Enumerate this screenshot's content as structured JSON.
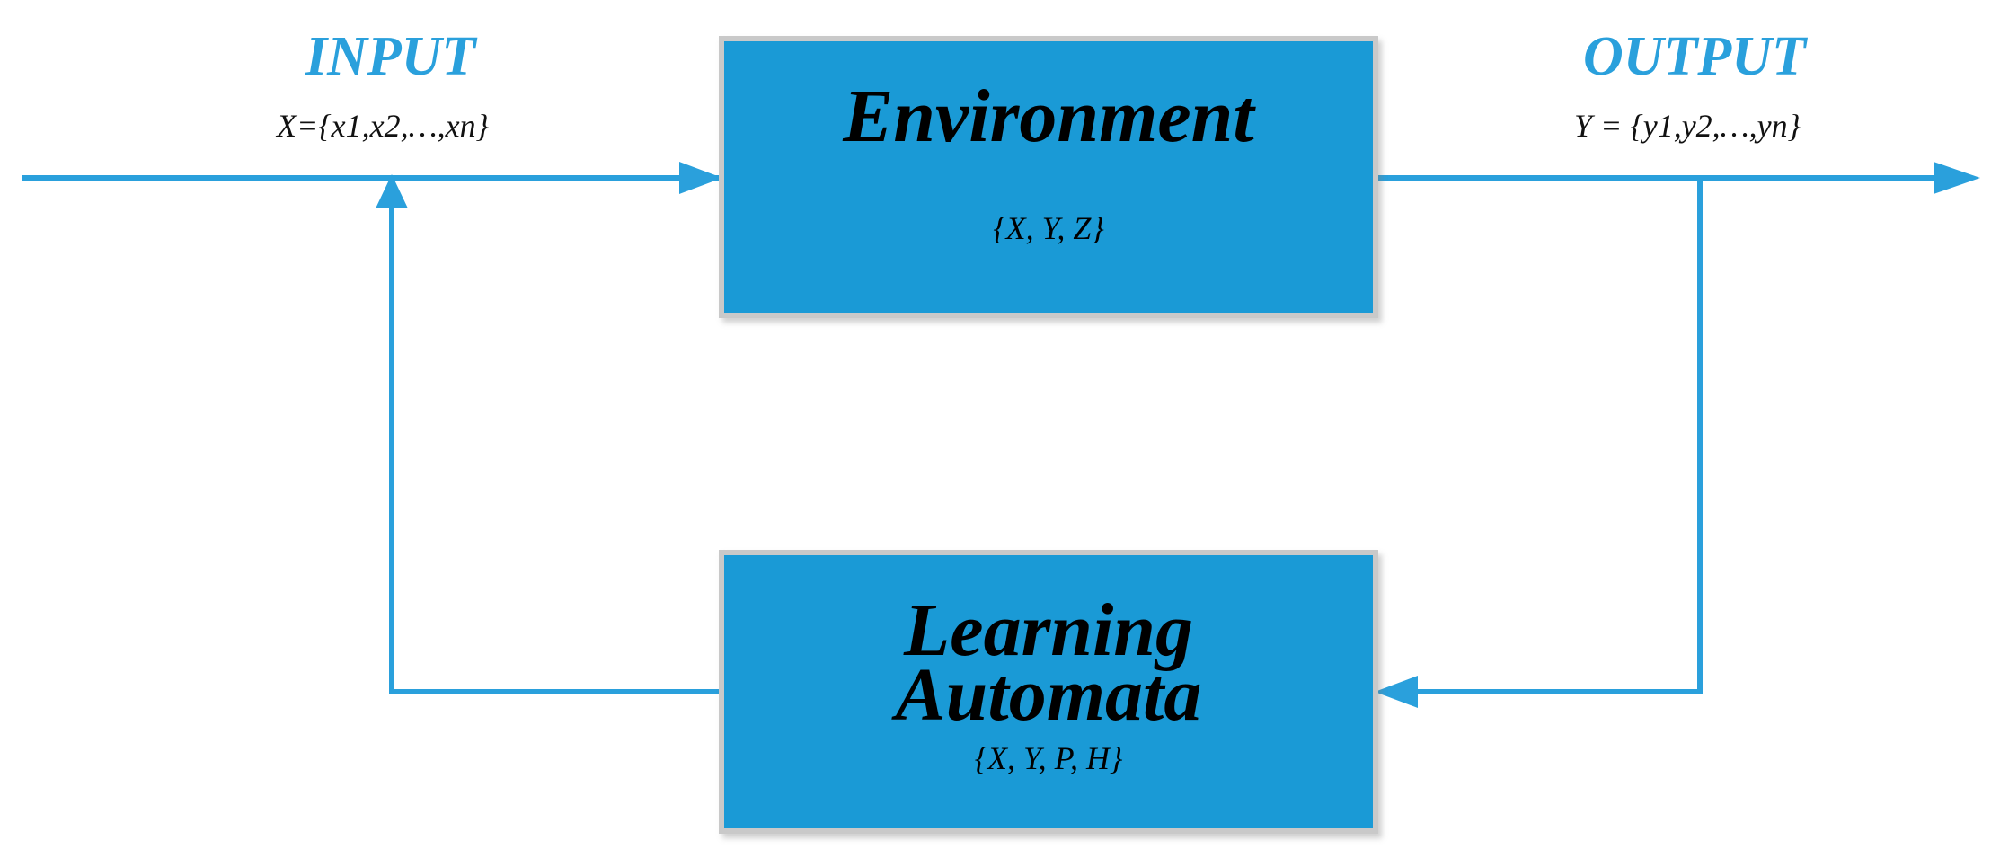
{
  "colors": {
    "arrow": "#2aa0dc",
    "block_fill": "#1a9ad6",
    "block_border": "#c9c9c9",
    "io_title": "#2aa0dc"
  },
  "input": {
    "title": "INPUT",
    "set": "X={x1,x2,…,xn}"
  },
  "output": {
    "title": "OUTPUT",
    "set": "Y = {y1,y2,…,yn}"
  },
  "environment": {
    "title": "Environment",
    "params": "{X, Y, Z}"
  },
  "automata": {
    "title_line1": "Learning",
    "title_line2": "Automata",
    "params": "{X, Y, P, H}"
  }
}
